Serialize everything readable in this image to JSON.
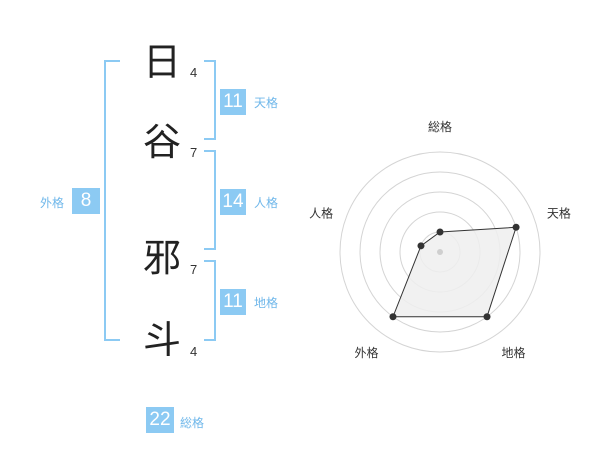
{
  "name": {
    "characters": [
      {
        "char": "日",
        "strokes": "4"
      },
      {
        "char": "谷",
        "strokes": "7"
      },
      {
        "char": "邪",
        "strokes": "7"
      },
      {
        "char": "斗",
        "strokes": "4"
      }
    ]
  },
  "fortune": {
    "tenkaku": {
      "value": "11",
      "label": "天格"
    },
    "jinkaku": {
      "value": "14",
      "label": "人格"
    },
    "chikaku": {
      "value": "11",
      "label": "地格"
    },
    "gaikaku": {
      "value": "8",
      "label": "外格"
    },
    "soukaku": {
      "value": "22",
      "label": "総格"
    }
  },
  "chart_data": {
    "type": "radar",
    "axes": [
      "総格",
      "天格",
      "地格",
      "外格",
      "人格"
    ],
    "values": [
      1,
      4,
      4,
      4,
      1
    ],
    "max": 5,
    "rings": 5,
    "colors": {
      "fill": "#efefef",
      "stroke": "#333333",
      "point": "#333333",
      "ring": "#d4d4d4"
    }
  },
  "colors": {
    "accent": "#8ccaf3",
    "label": "#6fb7ea"
  }
}
